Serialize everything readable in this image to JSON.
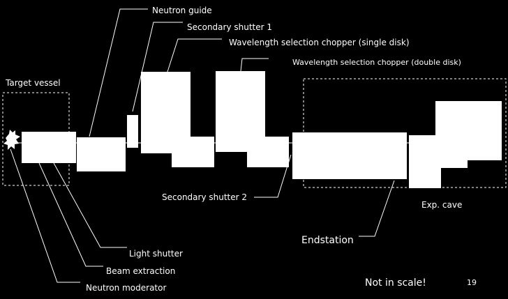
{
  "labels": {
    "neutron_guide": "Neutron guide",
    "secondary_shutter_1": "Secondary shutter 1",
    "chopper_single": "Wavelength selection chopper (single disk)",
    "chopper_double": "Wavelength selection chopper (double disk)",
    "target_vessel": "Target vessel",
    "secondary_shutter_2": "Secondary shutter 2",
    "exp_cave": "Exp. cave",
    "endstation": "Endstation",
    "light_shutter": "Light shutter",
    "beam_extraction": "Beam extraction",
    "neutron_moderator": "Neutron moderator",
    "not_in_scale": "Not in scale!",
    "slide_number": "19"
  }
}
